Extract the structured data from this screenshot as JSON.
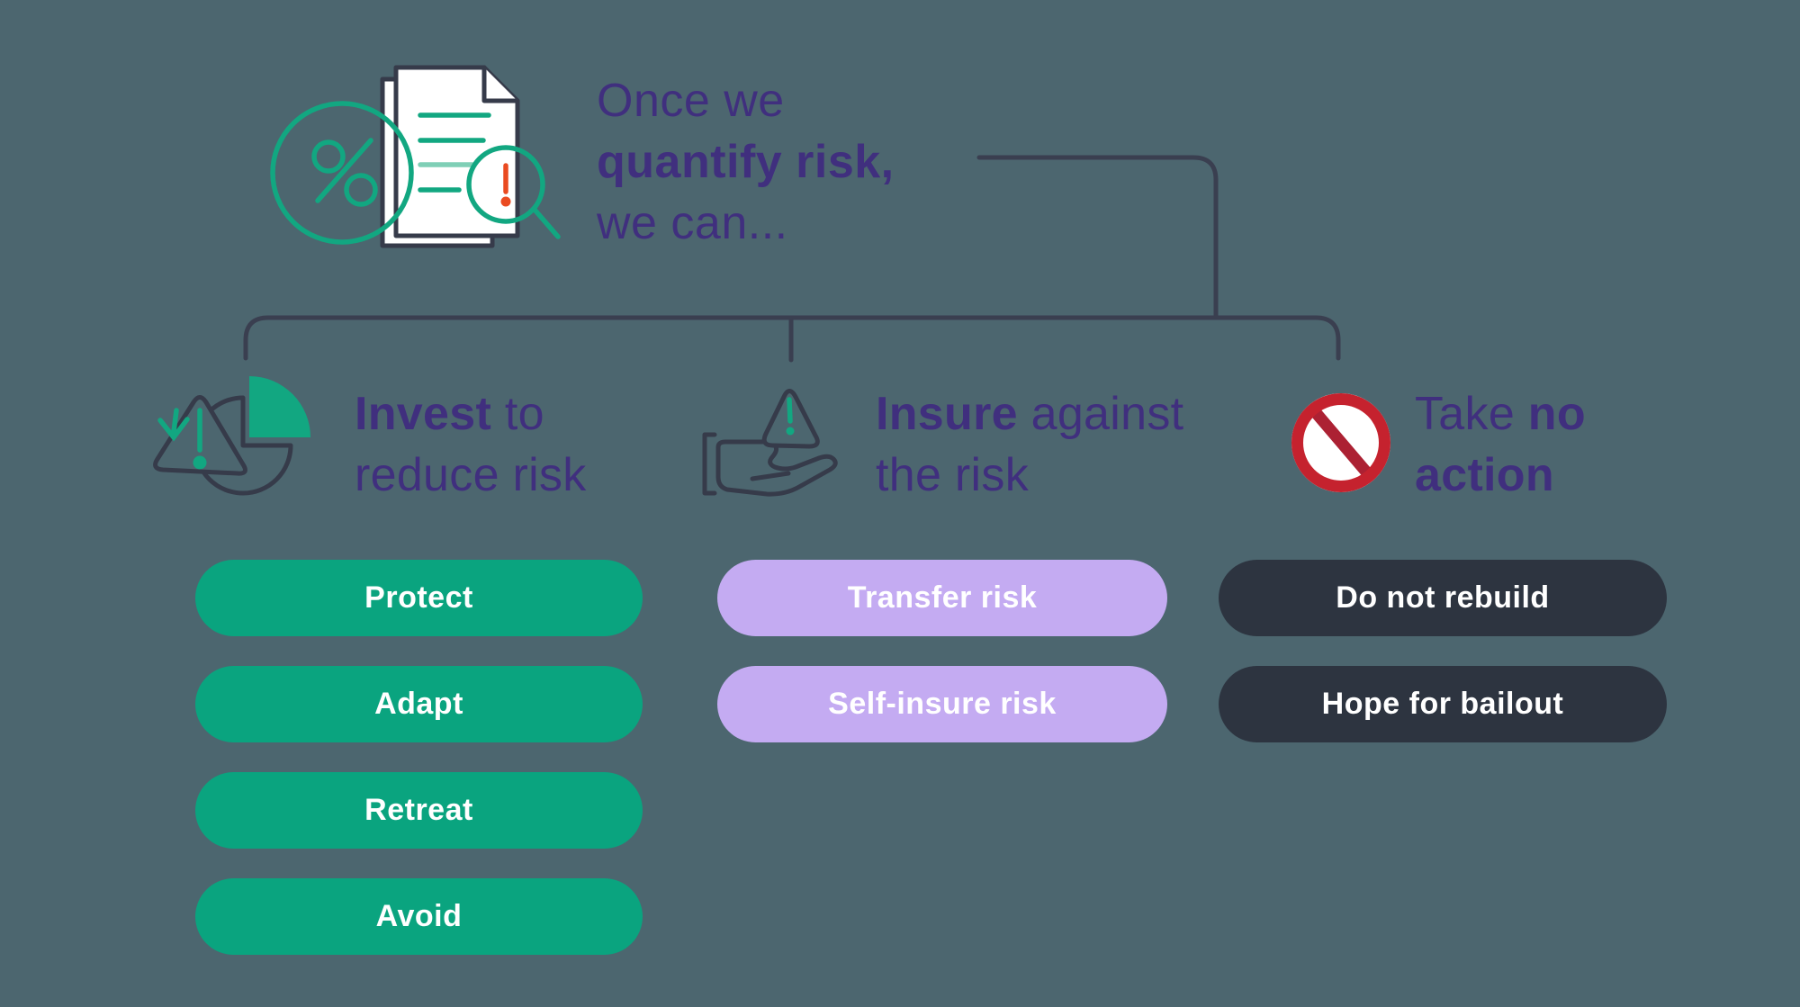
{
  "colors": {
    "background": "#4C666F",
    "text_purple": "#402F7E",
    "teal": "#12A781",
    "teal_light": "#7FCFB6",
    "orange": "#EA4B21",
    "outline_dark": "#363B4A",
    "connector": "#3A3F50",
    "red_ring": "#C5222E",
    "red_slash": "#AC2133",
    "pill_text": "#FFFFFF"
  },
  "header": {
    "icon": "document-percent-alert-icon",
    "line1": "Once we",
    "line2": "quantify risk,",
    "line3": "we can..."
  },
  "branches": [
    {
      "id": "invest",
      "icon": "warning-triangle-pie-chart-icon",
      "title": {
        "l1_bold": "Invest",
        "l1_rest": " to",
        "l2": "reduce risk"
      },
      "pill_color": "#0AA47F",
      "pills": [
        "Protect",
        "Adapt",
        "Retreat",
        "Avoid"
      ]
    },
    {
      "id": "insure",
      "icon": "hand-warning-triangle-icon",
      "title": {
        "l1_bold": "Insure",
        "l1_rest": " against",
        "l2": "the risk"
      },
      "pill_color": "#C4ABF2",
      "pills": [
        "Transfer risk",
        "Self-insure risk"
      ]
    },
    {
      "id": "no-action",
      "icon": "prohibition-icon",
      "title": {
        "l1_rest": "Take ",
        "l1_bold": "no",
        "l2_bold": "action"
      },
      "pill_color": "#2D3440",
      "pills": [
        "Do not rebuild",
        "Hope for bailout"
      ]
    }
  ]
}
